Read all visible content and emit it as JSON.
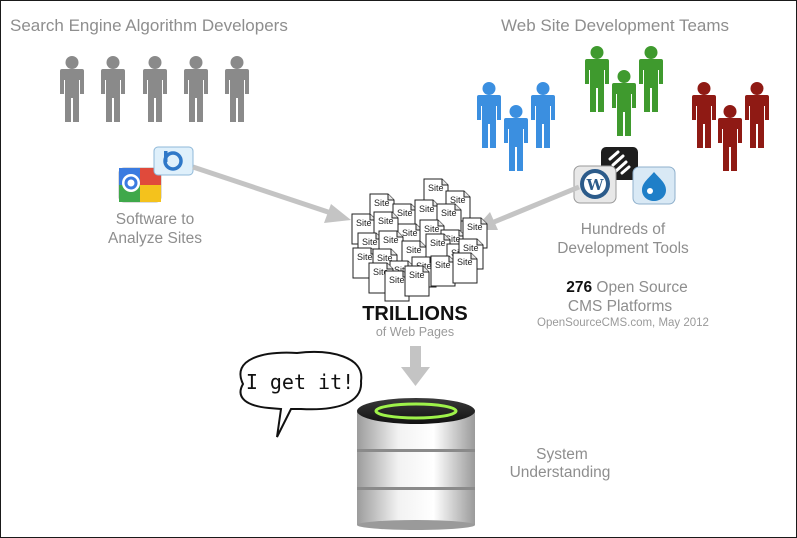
{
  "header": {
    "left_title": "Search Engine Algorithm Developers",
    "right_title": "Web Site Development Teams"
  },
  "left_group": {
    "caption_line1": "Software to",
    "caption_line2": "Analyze Sites"
  },
  "right_group": {
    "caption_line1": "Hundreds of",
    "caption_line2": "Development Tools",
    "cms_count": "276",
    "cms_line1_rest": " Open Source",
    "cms_line2": "CMS Platforms",
    "cms_source": "OpenSourceCMS.com, May 2012"
  },
  "center": {
    "title": "TRILLIONS",
    "subtitle": "of Web Pages",
    "page_label": "Site"
  },
  "bottom": {
    "bubble_text": "I get it!",
    "caption_line1": "System",
    "caption_line2": "Understanding"
  },
  "colors": {
    "gray_people": "#8a8a8a",
    "blue_people": "#3b8fe0",
    "green_people": "#3f9a2e",
    "red_people": "#8f1a14",
    "arrow": "#c4c4c4",
    "db_ring": "#9ef24a"
  }
}
